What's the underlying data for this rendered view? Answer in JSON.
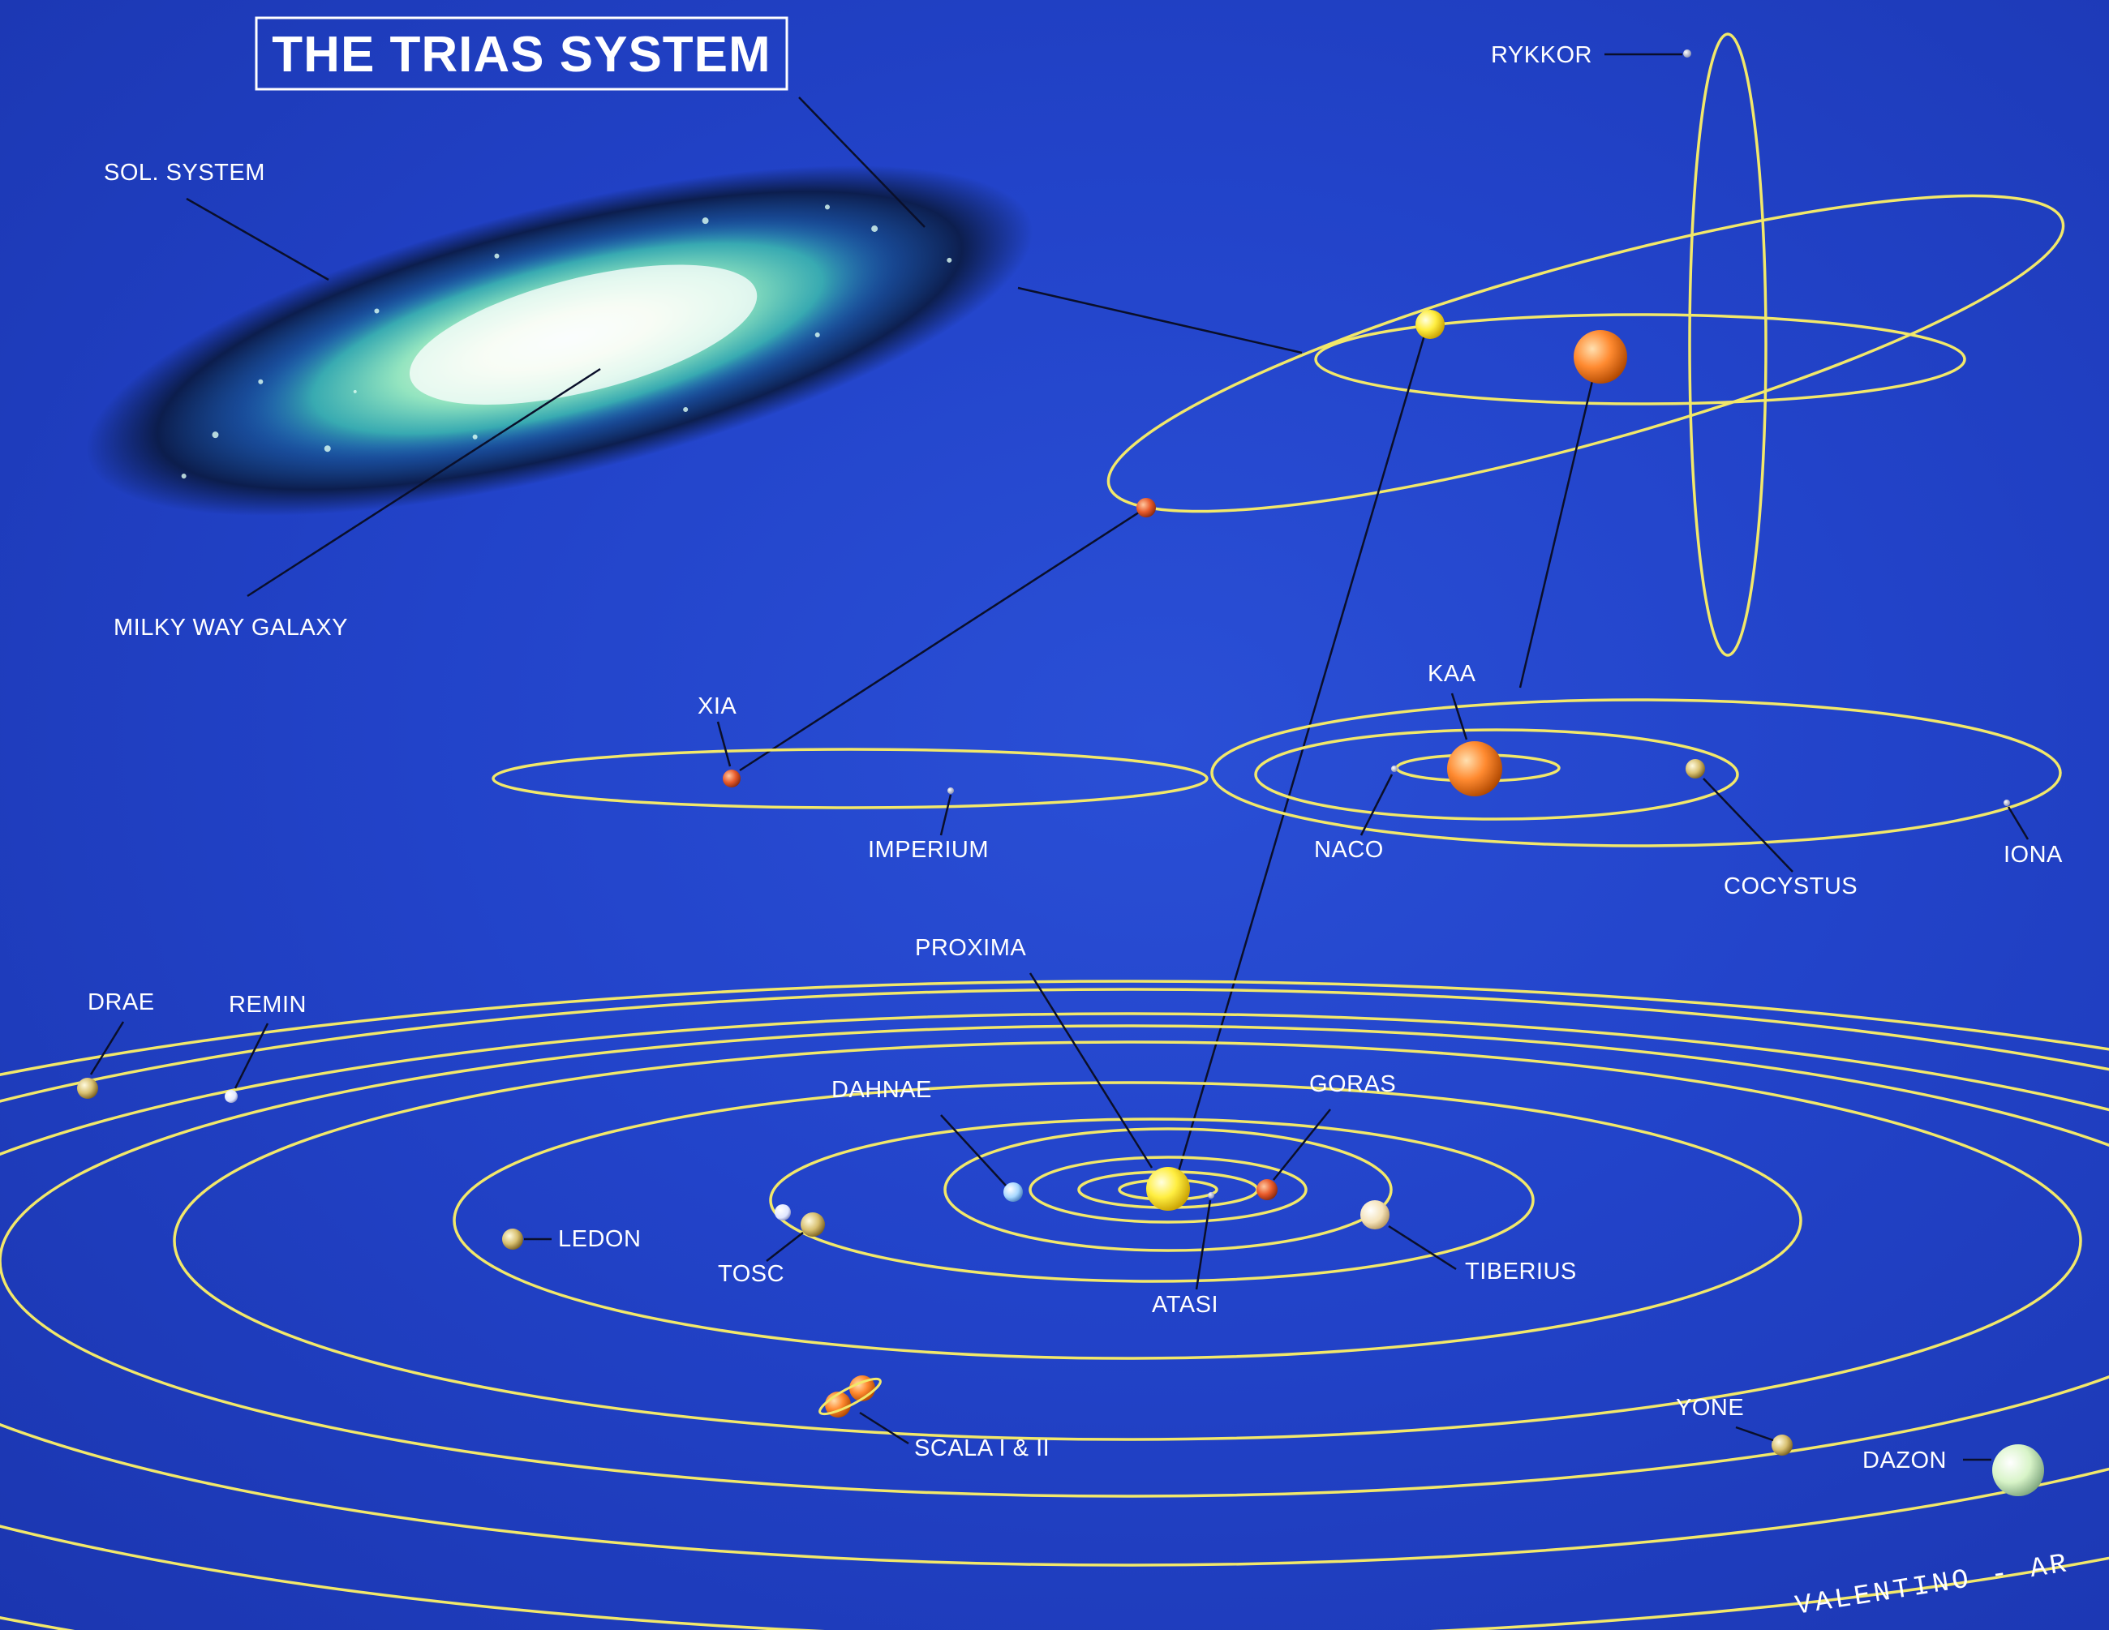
{
  "title": "THE TRIAS SYSTEM",
  "labels": {
    "sol_system": "SOL. SYSTEM",
    "milky_way": "MILKY WAY GALAXY",
    "rykkor": "RYKKOR",
    "xia": "XIA",
    "imperium": "IMPERIUM",
    "kaa": "KAA",
    "naco": "NACO",
    "cocystus": "COCYSTUS",
    "iona": "IONA",
    "proxima": "PROXIMA",
    "drae": "DRAE",
    "remin": "REMIN",
    "dahnae": "DAHNAE",
    "goras": "GORAS",
    "ledon": "LEDON",
    "tosc": "TOSC",
    "tiberius": "TIBERIUS",
    "atasi": "ATASI",
    "scala": "SCALA I & II",
    "yone": "YONE",
    "dazon": "DAZON"
  },
  "signature": "VALENTINO - AR",
  "colors": {
    "background": "#1e3fc4",
    "orbit": "#f2e86a",
    "leader_line": "#0a0f2a",
    "label": "#ffffff"
  }
}
